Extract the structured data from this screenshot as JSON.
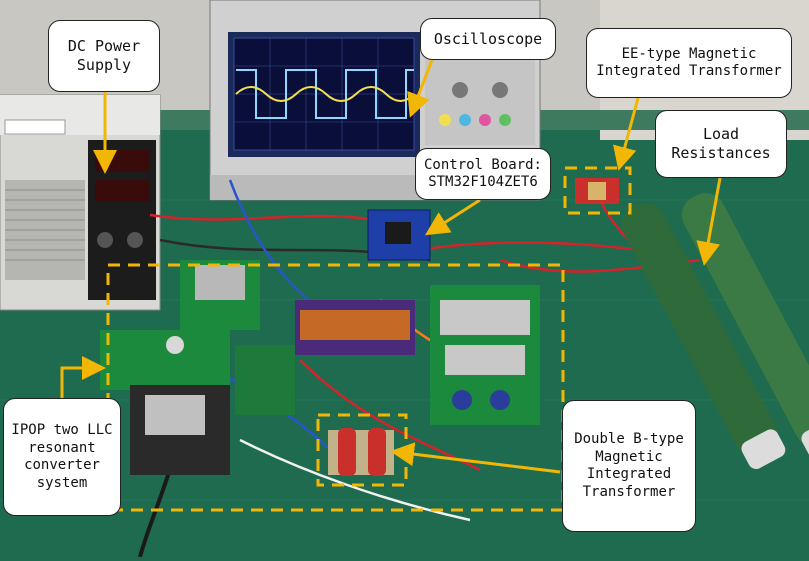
{
  "labels": {
    "dc_power_supply": "DC Power\nSupply",
    "oscilloscope": "Oscilloscope",
    "ee_transformer": "EE-type Magnetic\nIntegrated Transformer",
    "load_resistances": "Load\nResistances",
    "control_board": "Control Board:\nSTM32F104ZET6",
    "ipop_system": "IPOP two LLC\nresonant\nconverter\nsystem",
    "double_b_transformer": "Double B-type\nMagnetic\nIntegrated\nTransformer"
  },
  "colors": {
    "bench_green": "#1f6b50",
    "dashed_outline": "#f2b705",
    "arrow": "#f2b705",
    "pcb_green": "#1c8a3c",
    "resistor_green": "#2f6b3a",
    "cable_red": "#d4232b"
  }
}
